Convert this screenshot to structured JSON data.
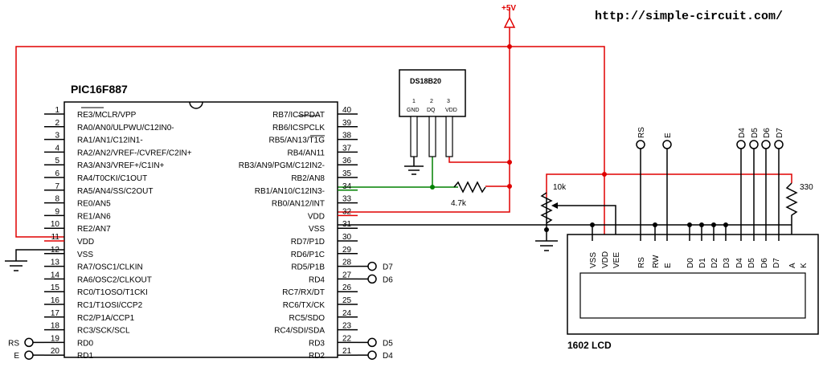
{
  "site_url": "http://simple-circuit.com/",
  "mcu": {
    "title": "PIC16F887",
    "left_pins": [
      {
        "num": "1",
        "label": "RE3/MCLR/VPP"
      },
      {
        "num": "2",
        "label": "RA0/AN0/ULPWU/C12IN0-"
      },
      {
        "num": "3",
        "label": "RA1/AN1/C12IN1-"
      },
      {
        "num": "4",
        "label": "RA2/AN2/VREF-/CVREF/C2IN+"
      },
      {
        "num": "5",
        "label": "RA3/AN3/VREF+/C1IN+"
      },
      {
        "num": "6",
        "label": "RA4/T0CKI/C1OUT"
      },
      {
        "num": "7",
        "label": "RA5/AN4/SS/C2OUT"
      },
      {
        "num": "8",
        "label": "RE0/AN5"
      },
      {
        "num": "9",
        "label": "RE1/AN6"
      },
      {
        "num": "10",
        "label": "RE2/AN7"
      },
      {
        "num": "11",
        "label": "VDD",
        "color": "red"
      },
      {
        "num": "12",
        "label": "VSS"
      },
      {
        "num": "13",
        "label": "RA7/OSC1/CLKIN"
      },
      {
        "num": "14",
        "label": "RA6/OSC2/CLKOUT"
      },
      {
        "num": "15",
        "label": "RC0/T1OSO/T1CKI"
      },
      {
        "num": "16",
        "label": "RC1/T1OSI/CCP2"
      },
      {
        "num": "17",
        "label": "RC2/P1A/CCP1"
      },
      {
        "num": "18",
        "label": "RC3/SCK/SCL"
      },
      {
        "num": "19",
        "label": "RD0"
      },
      {
        "num": "20",
        "label": "RD1"
      }
    ],
    "right_pins": [
      {
        "num": "40",
        "label": "RB7/ICSPDAT"
      },
      {
        "num": "39",
        "label": "RB6/ICSPCLK"
      },
      {
        "num": "38",
        "label": "RB5/AN13/T1G"
      },
      {
        "num": "37",
        "label": "RB4/AN11"
      },
      {
        "num": "36",
        "label": "RB3/AN9/PGM/C12IN2-"
      },
      {
        "num": "35",
        "label": "RB2/AN8"
      },
      {
        "num": "34",
        "label": "RB1/AN10/C12IN3-",
        "color": "green"
      },
      {
        "num": "33",
        "label": "RB0/AN12/INT"
      },
      {
        "num": "32",
        "label": "VDD",
        "color": "red"
      },
      {
        "num": "31",
        "label": "VSS"
      },
      {
        "num": "30",
        "label": "RD7/P1D"
      },
      {
        "num": "29",
        "label": "RD6/P1C"
      },
      {
        "num": "28",
        "label": "RD5/P1B"
      },
      {
        "num": "27",
        "label": "RD4"
      },
      {
        "num": "26",
        "label": "RC7/RX/DT"
      },
      {
        "num": "25",
        "label": "RC6/TX/CK"
      },
      {
        "num": "24",
        "label": "RC5/SDO"
      },
      {
        "num": "23",
        "label": "RC4/SDI/SDA"
      },
      {
        "num": "22",
        "label": "RD3"
      },
      {
        "num": "21",
        "label": "RD2"
      }
    ]
  },
  "sensor": {
    "title": "DS18B20",
    "pins": [
      "1",
      "2",
      "3"
    ],
    "pin_names": [
      "GND",
      "DQ",
      "VDD"
    ]
  },
  "resistor_pullup": "4.7k",
  "pot": "10k",
  "resistor_backlight": "330",
  "power": "+5V",
  "lcd": {
    "title": "1602 LCD",
    "pins": [
      "VSS",
      "VDD",
      "VEE",
      "RS",
      "RW",
      "E",
      "D0",
      "D1",
      "D2",
      "D3",
      "D4",
      "D5",
      "D6",
      "D7",
      "A",
      "K"
    ]
  },
  "net_labels": {
    "left": [
      "RS",
      "E"
    ],
    "right": [
      "D7",
      "D6",
      "D5",
      "D4"
    ],
    "lcd_top": [
      "RS",
      "E",
      "D4",
      "D5",
      "D6",
      "D7"
    ]
  },
  "colors": {
    "vdd": "#e00000",
    "data": "#008000",
    "wire": "#000000"
  }
}
